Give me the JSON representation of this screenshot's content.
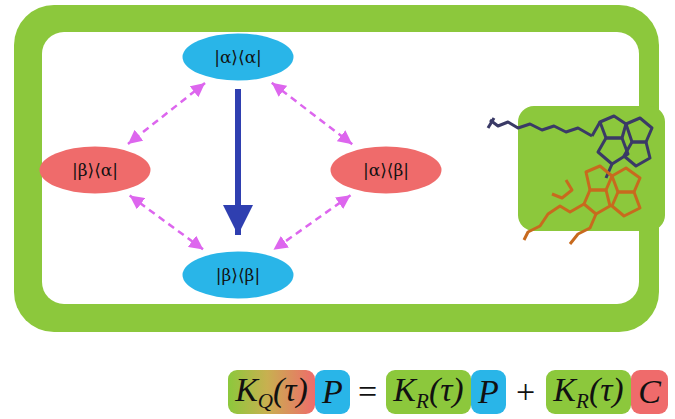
{
  "diagram": {
    "nodes": [
      {
        "text": [
          "|α⟩⟨α|"
        ]
      },
      {
        "text": [
          "|β⟩⟨α|"
        ]
      },
      {
        "text": [
          "|α⟩⟨β|"
        ]
      },
      {
        "text": [
          "|β⟩⟨β|"
        ]
      },
      {
        "text": [
          "K",
          "Q",
          "(τ)"
        ]
      },
      {
        "text": [
          "P"
        ]
      },
      {
        "text": [
          "K",
          "R",
          "(τ)"
        ]
      },
      {
        "text": [
          "P"
        ]
      },
      {
        "text": [
          "K",
          "R",
          "(τ)"
        ]
      },
      {
        "text": [
          "C"
        ]
      }
    ],
    "edges": [
      {
        "from": 0,
        "to": 3,
        "arrow": "to"
      },
      {
        "from": 0,
        "to": 1,
        "arrow": "both"
      },
      {
        "from": 0,
        "to": 2,
        "arrow": "both"
      },
      {
        "from": 1,
        "to": 3,
        "arrow": "both"
      },
      {
        "from": 2,
        "to": 3,
        "arrow": "both"
      }
    ],
    "labels": [
      "=",
      "+"
    ]
  }
}
